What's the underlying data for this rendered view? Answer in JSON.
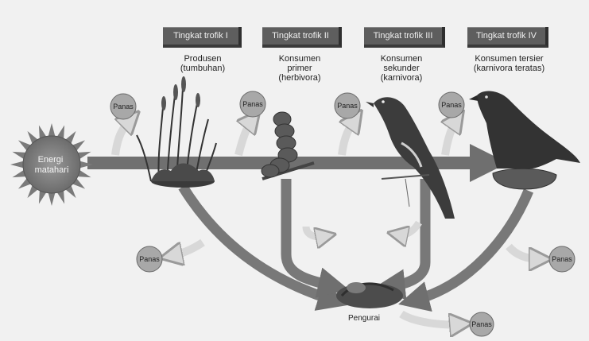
{
  "trophic_levels": [
    {
      "label": "Tingkat trofik I",
      "caption": "Produsen\n(tumbuhan)"
    },
    {
      "label": "Tingkat trofik II",
      "caption": "Konsumen\nprimer\n(herbivora)"
    },
    {
      "label": "Tingkat trofik III",
      "caption": "Konsumen\nsekunder\n(karnivora)"
    },
    {
      "label": "Tingkat trofik IV",
      "caption": "Konsumen tersier\n(karnivora teratas)"
    }
  ],
  "sun_label": "Energi\nmatahari",
  "decomposer_label": "Pengurai",
  "heat_label": "Panas",
  "colors": {
    "arrow": "#6f6f6f",
    "arrow_light": "#cfcfcf",
    "bubble": "#a8a8a8",
    "box": "#5e5e5e"
  }
}
